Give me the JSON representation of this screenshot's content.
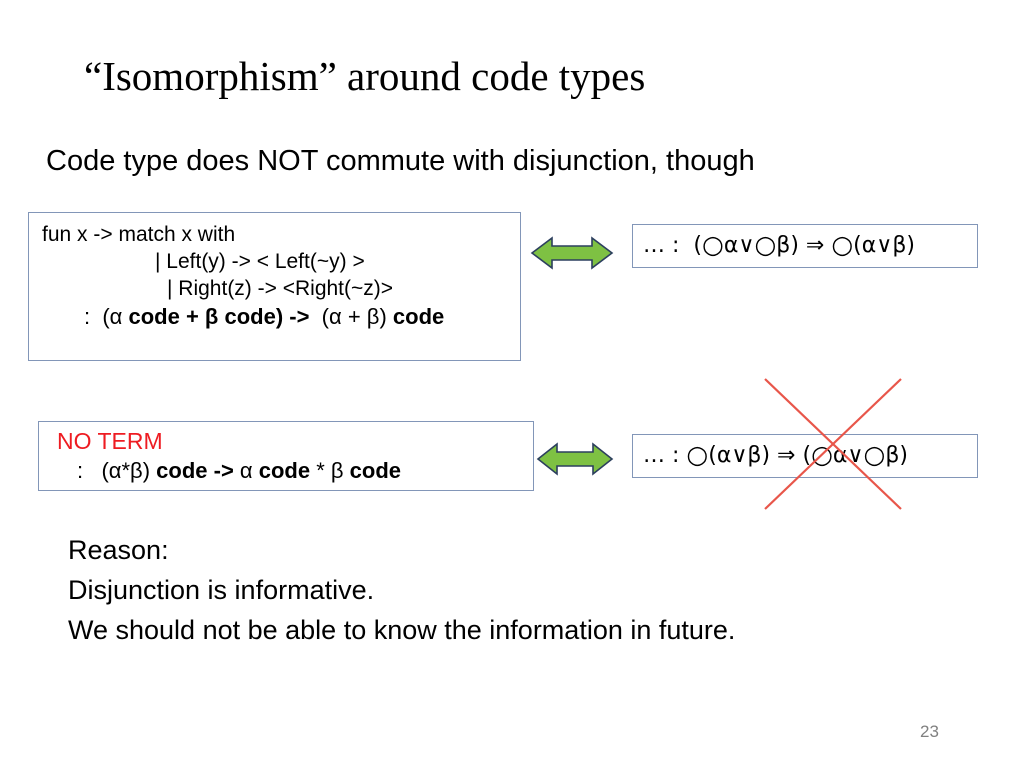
{
  "slide": {
    "title": "“Isomorphism” around code types",
    "lead": "Code type does NOT commute with disjunction, though",
    "number": "23"
  },
  "code_box_1": {
    "line1": "fun x -> match x with",
    "line2": "| Left(y) -> < Left(~y) >",
    "line3": "| Right(z) -> <Right(~z)>",
    "type_prefix": ":  (α ",
    "type_kw1": "code",
    "type_mid1": " + β ",
    "type_kw2": "code) -> ",
    "type_mid2": " (α + β) ",
    "type_kw3": "code"
  },
  "code_box_2": {
    "no_term": "NO TERM",
    "type_prefix": ":   (α*β) ",
    "type_kw1": "code -> ",
    "type_mid1": "α ",
    "type_kw2": "code",
    "type_mid2": " * β ",
    "type_kw3": "code"
  },
  "formula_1": {
    "prefix": "… :  (",
    "ring_a": "○",
    "alpha": "α",
    "or1": "∨",
    "ring_b": "○",
    "beta": "β",
    "close_implies": ") ⇒ ",
    "ring_c": "○",
    "tail": "(α∨β)"
  },
  "formula_2": {
    "prefix": "… : ",
    "ring_a": "○",
    "head": "(α∨β) ⇒ (",
    "ring_b": "○",
    "alpha": "α",
    "or1": "∨",
    "ring_c": "○",
    "tail": "β)"
  },
  "reason": {
    "line1": "Reason:",
    "line2": "Disjunction is informative.",
    "line3": "We should not be able to know the information in future."
  },
  "colors": {
    "arrow_fill": "#7ec143",
    "arrow_stroke": "#2c3f5e",
    "panel_border": "#8296b8",
    "no_term_red": "#ee1c22",
    "cross_red": "#e8564a",
    "slide_number_gray": "#808080"
  }
}
